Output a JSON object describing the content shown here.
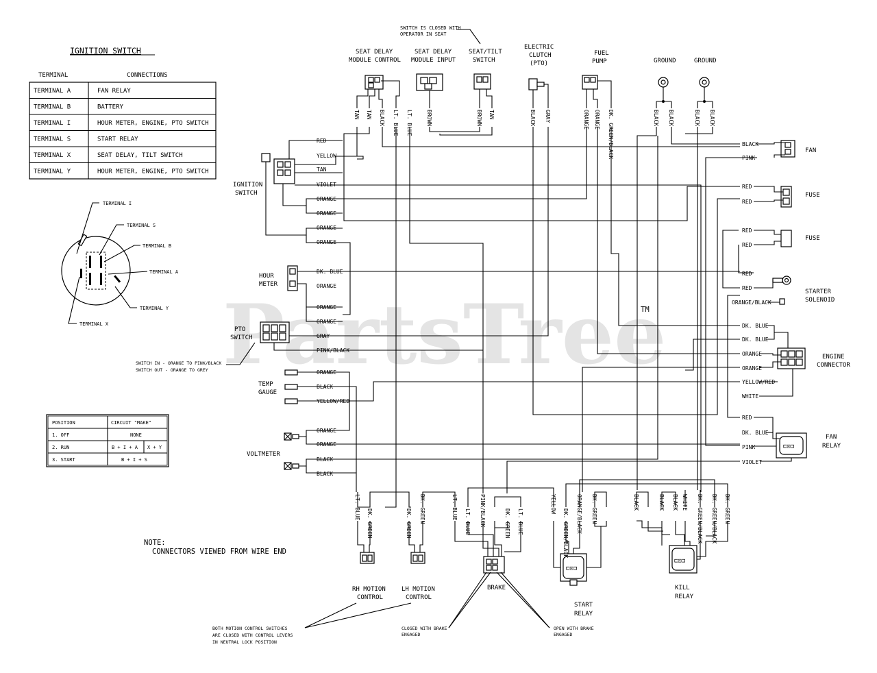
{
  "watermark": {
    "text": "PartsTree",
    "mark": "TM"
  },
  "ignition_table": {
    "title": "IGNITION SWITCH",
    "headers": [
      "TERMINAL",
      "CONNECTIONS"
    ],
    "rows": [
      [
        "TERMINAL  A",
        "FAN RELAY"
      ],
      [
        "TERMINAL  B",
        "BATTERY"
      ],
      [
        "TERMINAL  I",
        "HOUR METER, ENGINE, PTO SWITCH"
      ],
      [
        "TERMINAL  S",
        "START RELAY"
      ],
      [
        "TERMINAL  X",
        "SEAT DELAY, TILT SWITCH"
      ],
      [
        "TERMINAL  Y",
        "HOUR METER, ENGINE, PTO SWITCH"
      ]
    ]
  },
  "switch_face_labels": [
    "TERMINAL I",
    "TERMINAL S",
    "TERMINAL B",
    "TERMINAL A",
    "TERMINAL Y",
    "TERMINAL X"
  ],
  "position_table": {
    "headers": [
      "POSITION",
      "CIRCUIT \"MAKE\""
    ],
    "rows": [
      [
        "1. OFF",
        "NONE",
        ""
      ],
      [
        "2. RUN",
        "B + I + A",
        "X + Y"
      ],
      [
        "3. START",
        "B + I + S",
        ""
      ]
    ]
  },
  "note": {
    "line1": "NOTE:",
    "line2": "CONNECTORS VIEWED FROM WIRE END"
  },
  "components": {
    "seat_switch_note": [
      "SWITCH IS CLOSED WITH",
      "OPERATOR IN SEAT"
    ],
    "seat_delay_control": [
      "SEAT DELAY",
      "MODULE CONTROL"
    ],
    "seat_delay_input": [
      "SEAT DELAY",
      "MODULE INPUT"
    ],
    "seat_tilt": [
      "SEAT/TILT",
      "SWITCH"
    ],
    "clutch": [
      "ELECTRIC",
      "CLUTCH",
      "(PTO)"
    ],
    "fuel_pump": [
      "FUEL",
      "PUMP"
    ],
    "ground1": "GROUND",
    "ground2": "GROUND",
    "fan": "FAN",
    "fuse1": "FUSE",
    "fuse2": "FUSE",
    "starter": [
      "STARTER",
      "SOLENOID"
    ],
    "engine": [
      "ENGINE",
      "CONNECTOR"
    ],
    "fan_relay": [
      "FAN",
      "RELAY"
    ],
    "ignition": [
      "IGNITION",
      "SWITCH"
    ],
    "hour_meter": [
      "HOUR",
      "METER"
    ],
    "pto": [
      "PTO",
      "SWITCH"
    ],
    "pto_note": [
      "SWITCH IN - ORANGE TO PINK/BLACK",
      "SWITCH OUT - ORANGE TO GREY"
    ],
    "temp": [
      "TEMP",
      "GAUGE"
    ],
    "voltmeter": "VOLTMETER",
    "rh_motion": [
      "RH MOTION",
      "CONTROL"
    ],
    "lh_motion": [
      "LH MOTION",
      "CONTROL"
    ],
    "brake": "BRAKE",
    "start_relay": [
      "START",
      "RELAY"
    ],
    "kill_relay": [
      "KILL",
      "RELAY"
    ],
    "motion_note": [
      "BOTH MOTION CONTROL SWITCHES",
      "ARE CLOSED WITH CONTROL LEVERS",
      "IN NEUTRAL LOCK POSITION"
    ],
    "brake_closed": [
      "CLOSED WITH BRAKE",
      "ENGAGED"
    ],
    "brake_open": [
      "OPEN WITH BRAKE",
      "ENGAGED"
    ]
  },
  "wire_labels": {
    "top": [
      "TAN",
      "TAN",
      "BLACK",
      "LT. BLUE",
      "LT. BLUE",
      "BROWN",
      "BROWN",
      "TAN",
      "BLACK",
      "GRAY",
      "ORANGE",
      "ORANGE",
      "DK. GREEN/BLACK",
      "BLACK",
      "BLACK",
      "BLACK",
      "BLACK"
    ],
    "left": [
      "RED",
      "YELLOW",
      "TAN",
      "VIOLET",
      "ORANGE",
      "ORANGE",
      "ORANGE",
      "ORANGE",
      "DK. BLUE",
      "ORANGE",
      "ORANGE",
      "ORANGE",
      "GRAY",
      "PINK/BLACK",
      "ORANGE",
      "BLACK",
      "YELLOW/RED",
      "ORANGE",
      "ORANGE",
      "BLACK",
      "BLACK"
    ],
    "right": [
      "BLACK",
      "PINK",
      "RED",
      "RED",
      "RED",
      "RED",
      "RED",
      "RED",
      "ORANGE/BLACK",
      "DK. BLUE",
      "DK. BLUE",
      "ORANGE",
      "ORANGE",
      "YELLOW/RED",
      "WHITE",
      "RED",
      "DK. BLUE",
      "PINK",
      "VIOLET"
    ],
    "bottom": [
      "LT. BLUE",
      "DK. GREEN",
      "DK. GREEN",
      "DK. GREEN",
      "LT. BLUE",
      "LT. BLUE",
      "PINK/BLACK",
      "DK. GREEN",
      "LT. BLUE",
      "YELLOW",
      "DK. GREEN/BLACK",
      "ORANGE/BLACK",
      "DK. GREEN",
      "BLACK",
      "BLACK",
      "BLACK",
      "WHITE",
      "DK. GREEN/BLACK",
      "DK. GREEN/BLACK",
      "DK. GREEN"
    ]
  }
}
